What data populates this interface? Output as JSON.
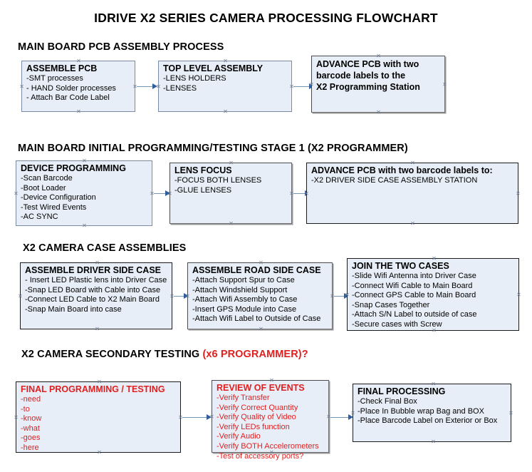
{
  "document": {
    "title": "IDRIVE X2  SERIES CAMERA PROCESSING FLOWCHART"
  },
  "sections": [
    {
      "id": "main-board-pcb-assembly",
      "heading": "MAIN BOARD PCB ASSEMBLY PROCESS",
      "heading_red": "",
      "boxes": [
        {
          "id": "assemble-pcb",
          "title": "ASSEMBLE PCB",
          "lines": [
            "-SMT processes",
            "- HAND Solder processes",
            "- Attach Bar Code Label"
          ]
        },
        {
          "id": "top-level-assembly",
          "title": "TOP LEVEL ASSEMBLY",
          "lines": [
            "-LENS HOLDERS",
            "-LENSES"
          ]
        },
        {
          "id": "advance-pcb-programming-station",
          "title": "",
          "lines": [
            "ADVANCE PCB with two",
            "barcode labels to the",
            " X2 Programming Station"
          ]
        }
      ]
    },
    {
      "id": "main-board-initial-programming",
      "heading": "MAIN BOARD INITIAL PROGRAMMING/TESTING STAGE 1 (X2 PROGRAMMER)",
      "heading_red": "",
      "boxes": [
        {
          "id": "device-programming",
          "title": "DEVICE PROGRAMMING",
          "lines": [
            "-Scan Barcode",
            "-Boot Loader",
            "-Device Configuration",
            "-Test Wired Events",
            "-AC SYNC"
          ]
        },
        {
          "id": "lens-focus",
          "title": "LENS FOCUS",
          "lines": [
            "-FOCUS BOTH LENSES",
            "-GLUE LENSES"
          ]
        },
        {
          "id": "advance-pcb-driver-side-case",
          "title": "ADVANCE PCB with two barcode labels to:",
          "lines": [
            "-X2 DRIVER  SIDE  CASE  ASSEMBLY STATION"
          ]
        }
      ]
    },
    {
      "id": "x2-camera-case-assemblies",
      "heading": "X2 CAMERA CASE ASSEMBLIES",
      "heading_red": "",
      "boxes": [
        {
          "id": "assemble-driver-side-case",
          "title": "ASSEMBLE DRIVER SIDE CASE",
          "lines": [
            "- Insert LED Plastic lens into Driver Case",
            "-Snap LED Board with Cable into Case",
            "-Connect LED Cable to X2 Main Board",
            "-Snap Main Board into case"
          ]
        },
        {
          "id": "assemble-road-side-case",
          "title": "ASSEMBLE ROAD SIDE CASE",
          "lines": [
            "-Attach Support Spur to Case",
            "-Attach Windshield Support",
            "-Attach Wifi Assembly to Case",
            "-Insert GPS Module into Case",
            "-Attach Wifi Label to Outside of Case"
          ]
        },
        {
          "id": "join-the-two-cases",
          "title": "JOIN THE TWO CASES",
          "lines": [
            "-Slide Wifi Antenna into Driver Case",
            "-Connect Wifi Cable to Main Board",
            "-Connect GPS Cable to Main Board",
            "-Snap Cases Together",
            "-Attach S/N Label to outside of case",
            "-Secure cases with Screw"
          ]
        }
      ]
    },
    {
      "id": "x2-camera-secondary-testing",
      "heading": "X2 CAMERA SECONDARY TESTING ",
      "heading_red": "(x6 PROGRAMMER)?",
      "boxes": [
        {
          "id": "final-programming-testing",
          "title": "FINAL PROGRAMMING / TESTING",
          "lines": [
            "-need",
            "-to",
            "-know",
            "-what",
            "-goes",
            "-here"
          ]
        },
        {
          "id": "review-of-events",
          "title": "REVIEW OF EVENTS",
          "lines": [
            "-Verify Transfer",
            "-Verify Correct Quantity",
            "-Verify Quality of Video",
            "-Verify LEDs function",
            "-Verify Audio",
            "-Verify BOTH Accelerometers",
            "-Test of accessory ports?"
          ]
        },
        {
          "id": "final-processing",
          "title": "FINAL PROCESSING",
          "lines": [
            "-Check Final Box",
            "-Place In Bubble wrap Bag and BOX",
            "-Place Barcode Label on Exterior or Box"
          ]
        }
      ]
    }
  ],
  "colors": {
    "box_fill": "#e8eef7",
    "box_border": "#7a8ba3",
    "connector": "#7694b4",
    "arrowhead": "#2f5f9e",
    "red_text": "#e02020",
    "text": "#000000"
  }
}
